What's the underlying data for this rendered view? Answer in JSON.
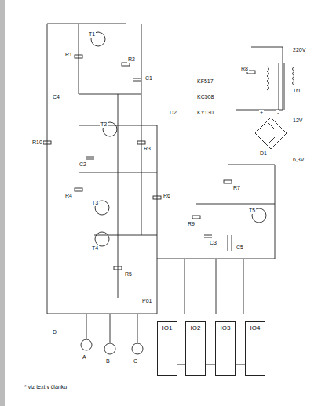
{
  "diagram": {
    "nodes": [
      {
        "text": [
          "IO1"
        ]
      },
      {
        "text": [
          "IO2"
        ]
      },
      {
        "text": [
          "IO3"
        ]
      },
      {
        "text": [
          "IO4"
        ]
      }
    ],
    "edges": [
      {
        "from": 0,
        "to": 1,
        "arrow": "none"
      },
      {
        "from": 1,
        "to": 2,
        "arrow": "none"
      },
      {
        "from": 2,
        "to": 3,
        "arrow": "none"
      }
    ],
    "labels": [
      "T1",
      "T2",
      "T3",
      "T4",
      "T5",
      "R1",
      "R2",
      "R3",
      "R4",
      "R5",
      "R6",
      "R7",
      "R8",
      "R9",
      "R10",
      "C1",
      "C2",
      "C3",
      "C4",
      "C5",
      "D1",
      "D2",
      "Tr1",
      "Po1",
      "220V",
      "12V",
      "6,3V",
      "+",
      "-",
      "A",
      "B",
      "C",
      "D",
      "KF517",
      "KC508",
      "KY130",
      "* viz text v článku"
    ]
  }
}
